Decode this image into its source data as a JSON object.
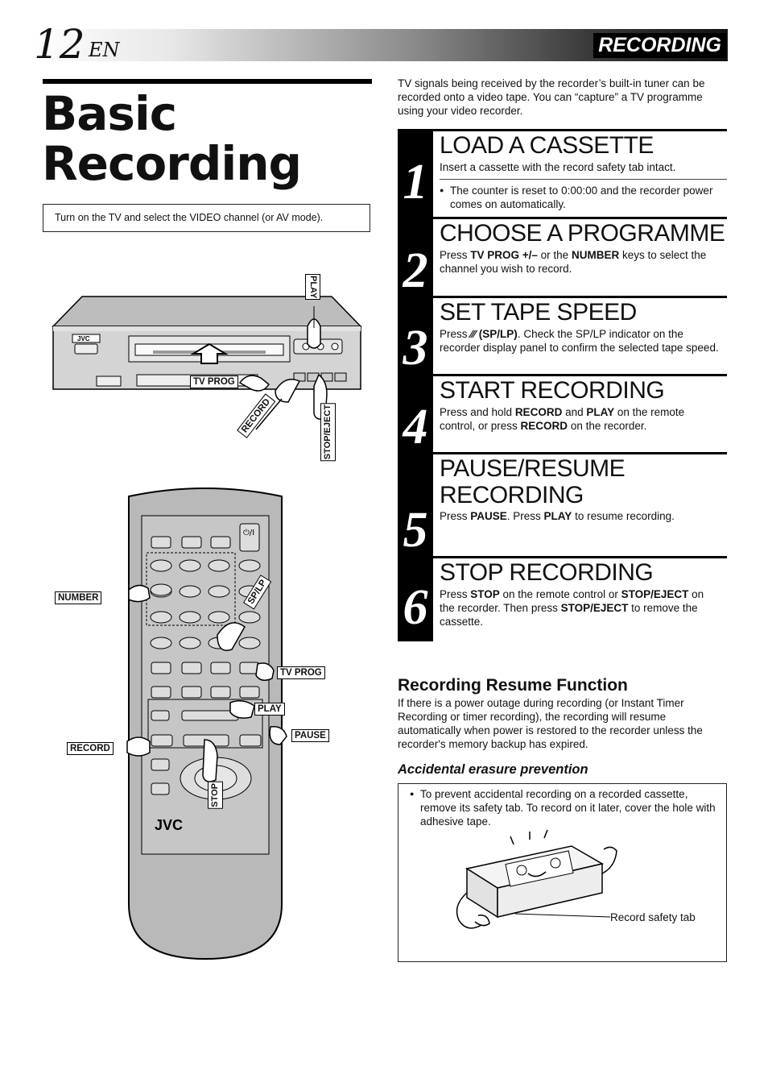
{
  "header": {
    "page_number": "12",
    "language": "EN",
    "section": "RECORDING"
  },
  "title": "Basic Recording",
  "note": "Turn on the TV and select the VIDEO channel (or AV mode).",
  "intro": "TV signals being received by the recorder’s built-in tuner can be recorded onto a video tape. You can “capture” a TV programme using your video recorder.",
  "steps": [
    {
      "number": "1",
      "heading": "LOAD A CASSETTE",
      "body": "Insert a cassette with the record safety tab intact.",
      "bullet": "The counter is reset to 0:00:00 and the recorder power comes on automatically."
    },
    {
      "number": "2",
      "heading": "CHOOSE A PROGRAMME",
      "body_parts": [
        "Press ",
        "TV PROG +/–",
        " or the ",
        "NUMBER",
        " keys to select the channel you wish to record."
      ]
    },
    {
      "number": "3",
      "heading": "SET TAPE SPEED",
      "body_parts": [
        "Press ",
        "∕∕∕",
        " ",
        "(SP/LP)",
        ". Check the SP/LP indicator on the recorder display panel to confirm the selected tape speed."
      ]
    },
    {
      "number": "4",
      "heading": "START RECORDING",
      "body_parts": [
        "Press and hold ",
        "RECORD",
        " and ",
        "PLAY",
        " on the remote control, or press ",
        "RECORD",
        " on the recorder."
      ]
    },
    {
      "number": "5",
      "heading": "PAUSE/RESUME RECORDING",
      "body_parts": [
        "Press ",
        "PAUSE",
        ". Press ",
        "PLAY",
        " to resume recording."
      ]
    },
    {
      "number": "6",
      "heading": "STOP RECORDING",
      "body_parts": [
        "Press ",
        "STOP",
        " on the remote control or ",
        "STOP/EJECT",
        " on the recorder. Then press ",
        "STOP/EJECT",
        " to remove the cassette."
      ]
    }
  ],
  "resume": {
    "heading": "Recording Resume Function",
    "body": "If there is a power outage during recording (or Instant Timer Recording or timer recording), the recording will resume automatically when power is restored to the recorder unless the recorder's memory backup has expired."
  },
  "erasure": {
    "heading": "Accidental erasure prevention",
    "body": "To prevent accidental recording on a recorded cassette, remove its safety tab. To record on it later, cover the hole with adhesive tape.",
    "tab_label": "Record safety tab"
  },
  "vcr_labels": {
    "play": "PLAY",
    "tv_prog": "TV PROG",
    "record": "RECORD",
    "stop_eject": "STOP/EJECT",
    "brand": "JVC"
  },
  "remote_labels": {
    "number": "NUMBER",
    "sp_lp": "SP/LP",
    "tv_prog": "TV PROG",
    "play": "PLAY",
    "pause": "PAUSE",
    "record": "RECORD",
    "stop": "STOP",
    "brand": "JVC",
    "power": "⏻/I"
  }
}
